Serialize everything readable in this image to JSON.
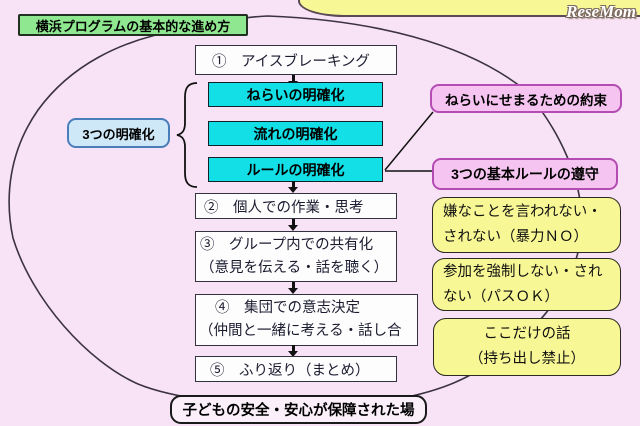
{
  "title": "横浜プログラムの基本的な進め方",
  "logo": "ReseMom",
  "flow": {
    "step1": "①　アイスブレーキング",
    "clarify_label": "3つの明確化",
    "clarify_boxes": [
      "ねらいの明確化",
      "流れの明確化",
      "ルールの明確化"
    ],
    "step2": "②　個人での作業・思考",
    "step3_line1": "③　グループ内での共有化",
    "step3_line2": "（意見を伝える・話を聴く）",
    "step4_line1": "④　集団での意志決定",
    "step4_line2": "（仲間と一緒に考える・話し合",
    "step5": "⑤　ふり返り（まとめ）",
    "footer": "子どもの安全・安心が保障された場"
  },
  "right": {
    "promise": "ねらいにせまるための約束",
    "rules_header": "3つの基本ルールの遵守",
    "rules": [
      {
        "line1": "嫌なことを言われない・",
        "line2": "されない（暴力ＮＯ）"
      },
      {
        "line1": "参加を強制しない・され",
        "line2": "ない（パスＯＫ）"
      },
      {
        "line1": "ここだけの話",
        "line2": "（持ち出し禁止）"
      }
    ]
  },
  "colors": {
    "background": "#f7e3f5",
    "title_fill": "#8fe88f",
    "cyan_fill": "#12dfe6",
    "label_fill": "#cfe8f8",
    "pink_fill": "#f5c4f0",
    "pink_border": "#b44cb4",
    "yellow_fill": "#f8f795",
    "outline": "#3c3244"
  }
}
